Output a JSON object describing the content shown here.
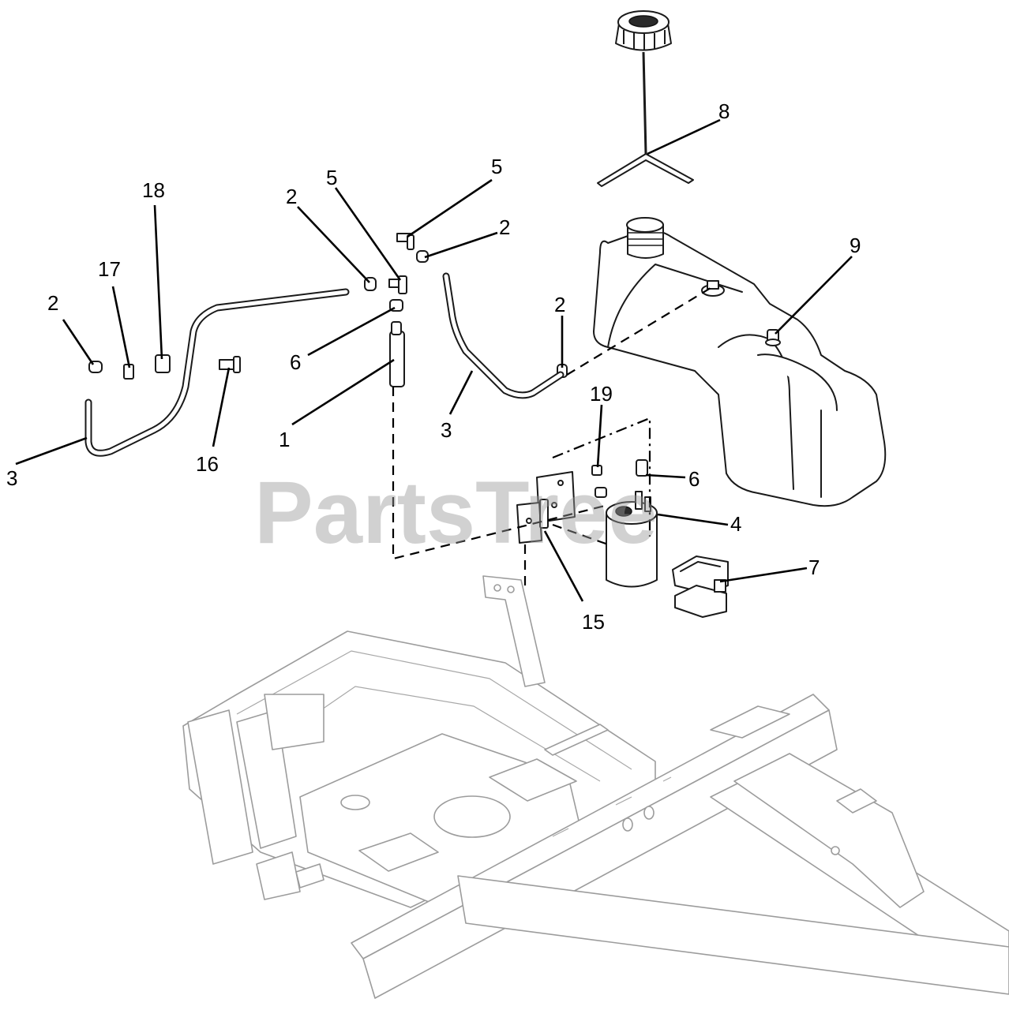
{
  "watermark": "PartsTree",
  "callouts": {
    "c8": "8",
    "c5a": "5",
    "c5b": "5",
    "c2a": "2",
    "c2b": "2",
    "c2c": "2",
    "c2d": "2",
    "c18": "18",
    "c17": "17",
    "c9": "9",
    "c6a": "6",
    "c6b": "6",
    "c1": "1",
    "c3a": "3",
    "c3b": "3",
    "c16": "16",
    "c19": "19",
    "c4": "4",
    "c7": "7",
    "c15": "15"
  }
}
